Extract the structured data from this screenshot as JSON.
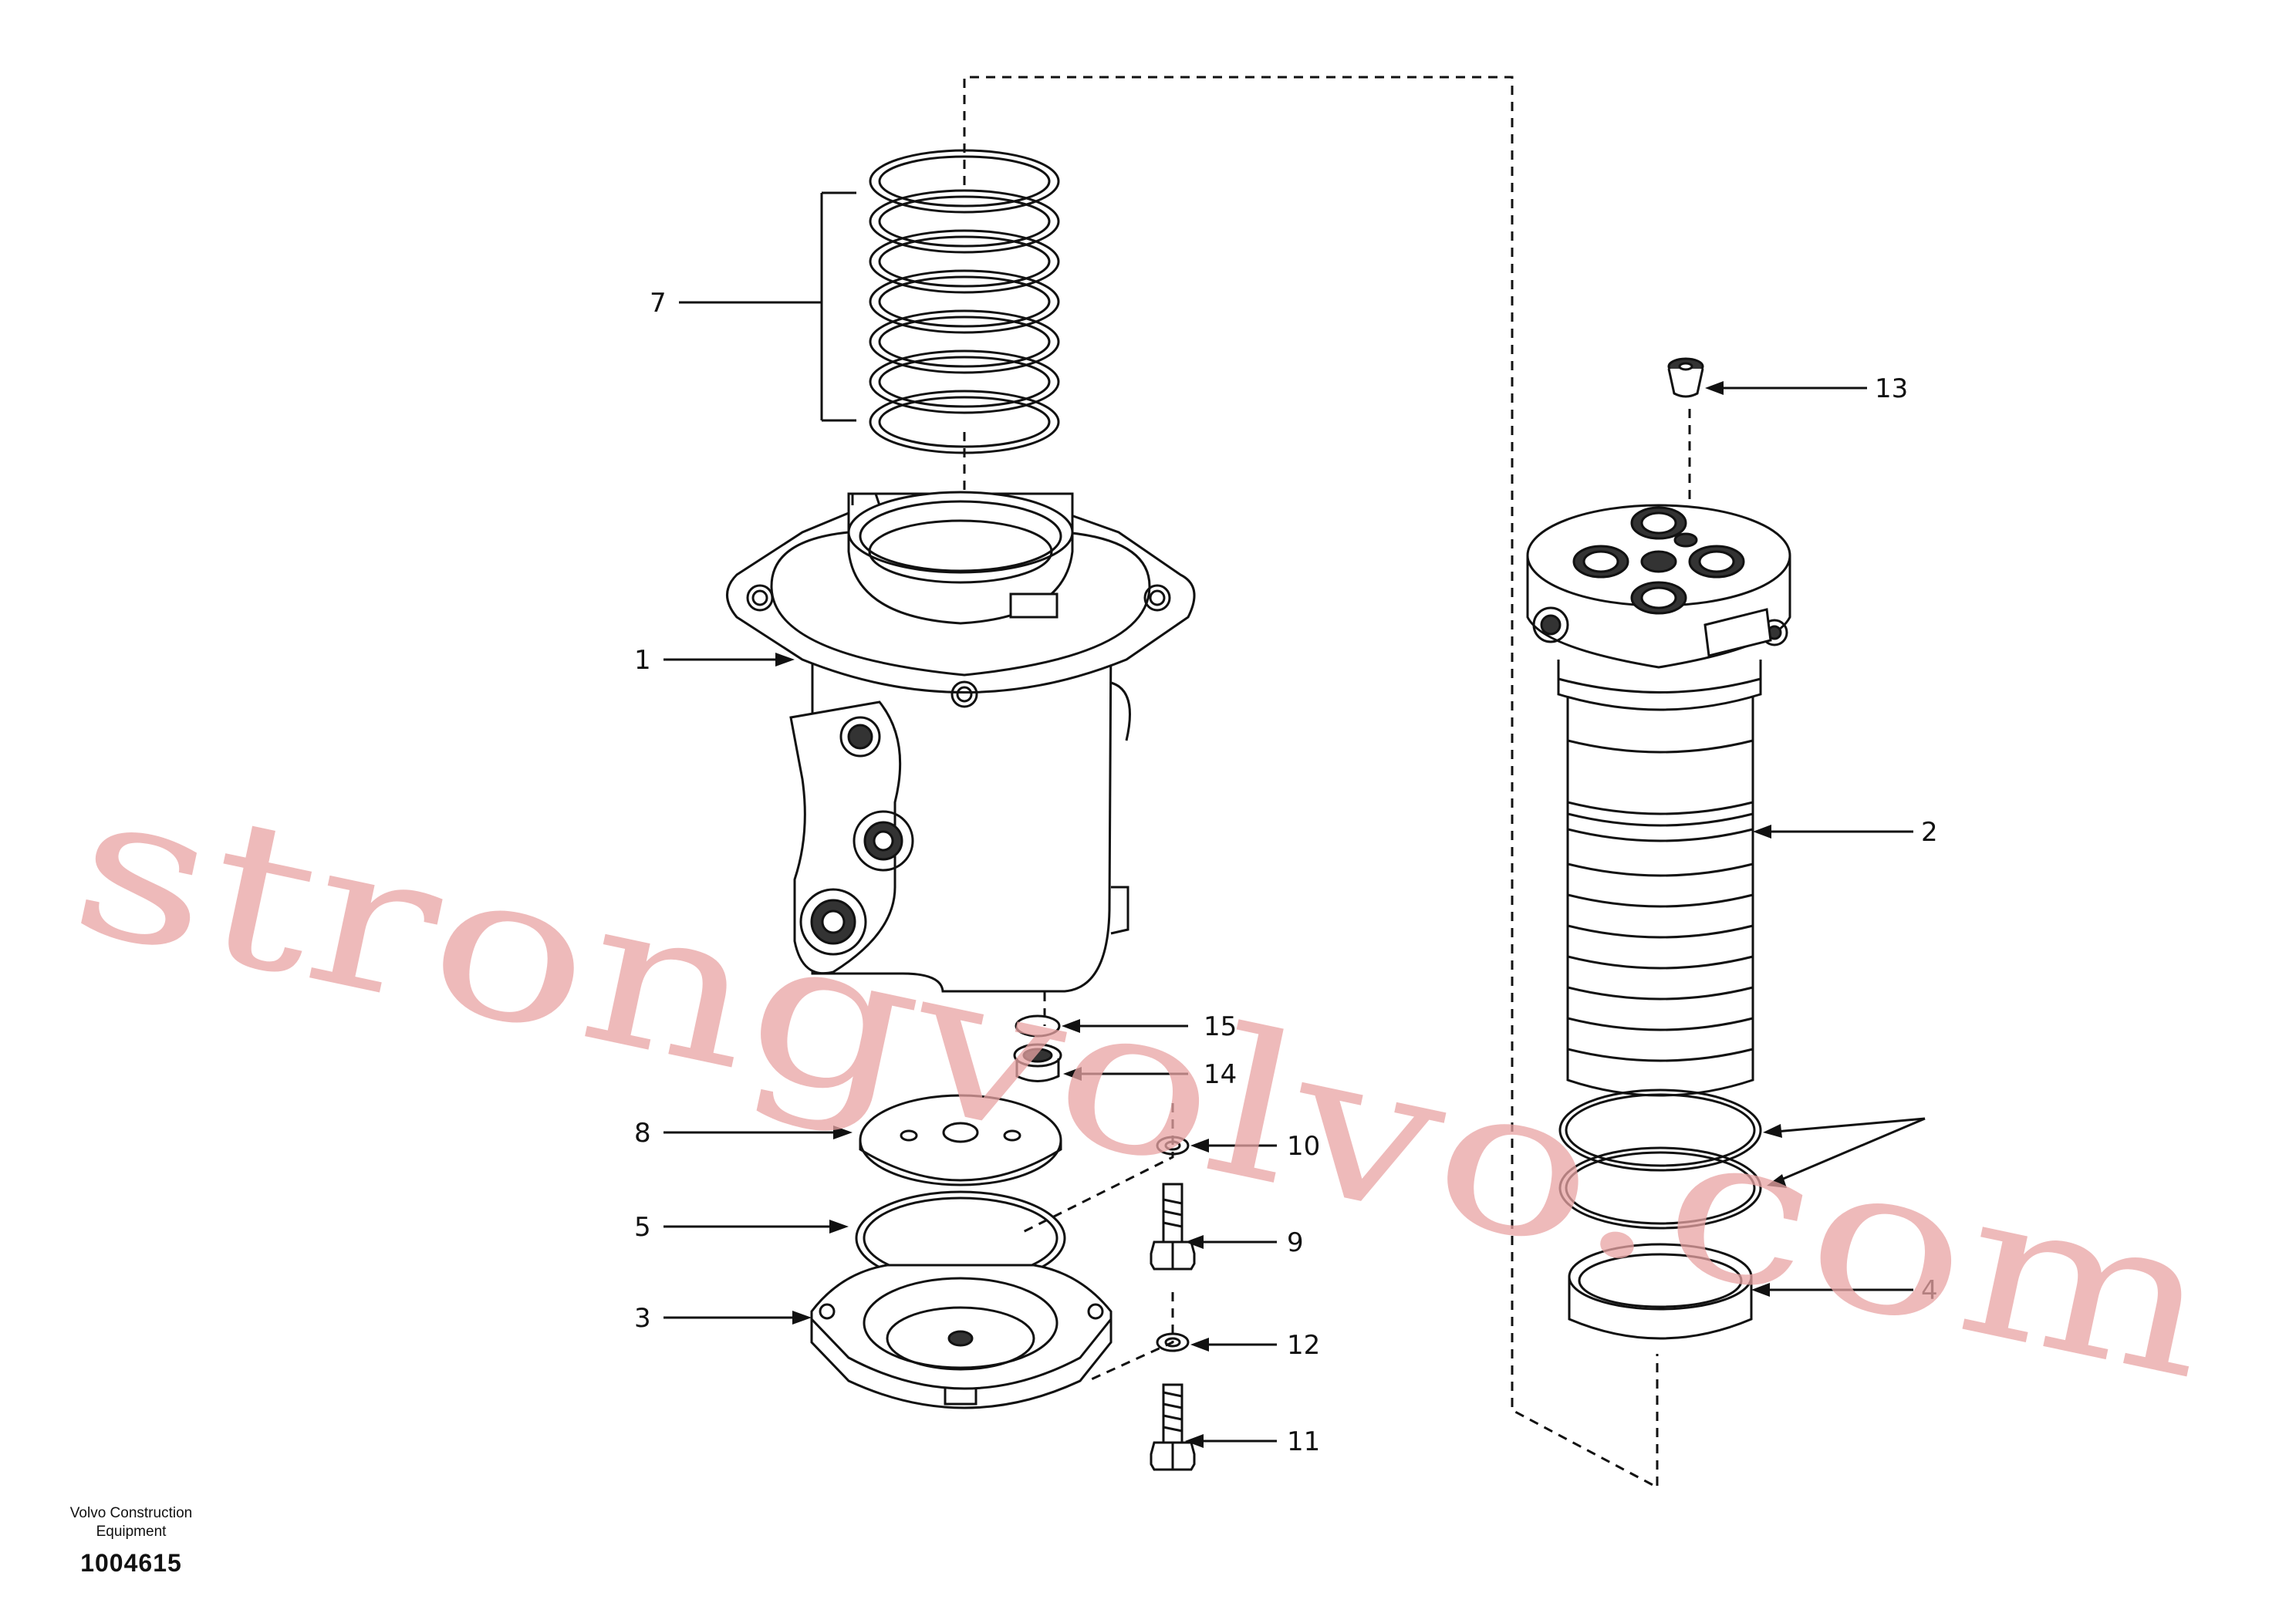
{
  "diagram": {
    "callouts": [
      "1",
      "2",
      "3",
      "4",
      "5",
      "7",
      "8",
      "9",
      "10",
      "11",
      "12",
      "13",
      "14",
      "15"
    ]
  },
  "footer": {
    "manufacturer": "Volvo Construction Equipment",
    "drawing_number": "1004615"
  },
  "watermark": {
    "text": "strongvolvo.com",
    "color": "#e9a4a4"
  }
}
